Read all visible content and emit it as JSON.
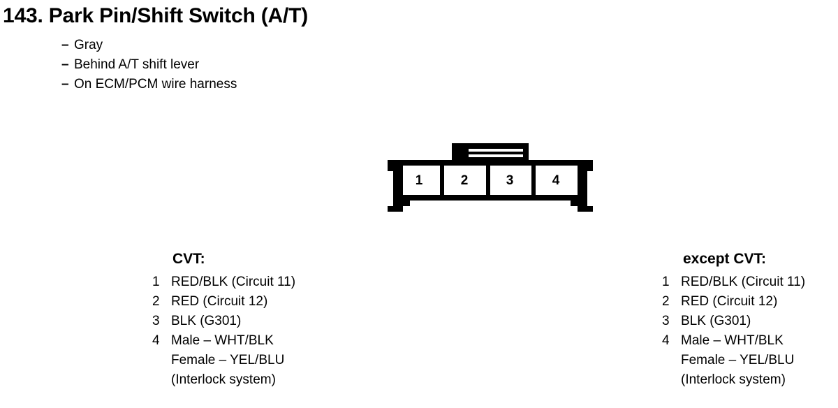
{
  "page": {
    "title": "143. Park Pin/Shift Switch (A/T)",
    "specs": [
      {
        "dash": "–",
        "text": "Gray"
      },
      {
        "dash": "–",
        "text": "Behind A/T shift lever"
      },
      {
        "dash": "–",
        "text": "On ECM/PCM wire harness"
      }
    ]
  },
  "connector": {
    "name": "4-pin connector view",
    "pin_count": 4,
    "pin_labels": [
      "1",
      "2",
      "3",
      "4"
    ],
    "latch_label": "latch-tab"
  },
  "legends": [
    {
      "id": "cvt",
      "heading": "CVT:",
      "rows": [
        {
          "pin": "1",
          "lines": [
            "RED/BLK (Circuit 11)"
          ]
        },
        {
          "pin": "2",
          "lines": [
            "RED (Circuit 12)"
          ]
        },
        {
          "pin": "3",
          "lines": [
            "BLK (G301)"
          ]
        },
        {
          "pin": "4",
          "lines": [
            "Male – WHT/BLK",
            "Female – YEL/BLU",
            "(Interlock system)"
          ]
        }
      ]
    },
    {
      "id": "except-cvt",
      "heading": "except CVT:",
      "rows": [
        {
          "pin": "1",
          "lines": [
            "RED/BLK (Circuit 11)"
          ]
        },
        {
          "pin": "2",
          "lines": [
            "RED (Circuit 12)"
          ]
        },
        {
          "pin": "3",
          "lines": [
            "BLK (G301)"
          ]
        },
        {
          "pin": "4",
          "lines": [
            "Male – WHT/BLK",
            "Female – YEL/BLU",
            "(Interlock system)"
          ]
        }
      ]
    }
  ],
  "colors": {
    "ink": "#000000",
    "paper": "#ffffff"
  }
}
